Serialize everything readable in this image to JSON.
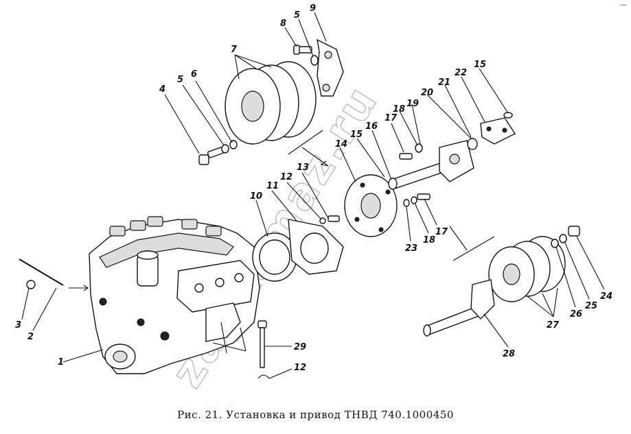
{
  "caption": "Рис. 21. Установка и привод ТНВД 740.1000450",
  "watermark": "zapkamaz.ru",
  "corner_mark": "—",
  "labels": [
    "1",
    "2",
    "3",
    "4",
    "5",
    "6",
    "7",
    "8",
    "5",
    "9",
    "10",
    "11",
    "12",
    "13",
    "14",
    "15",
    "16",
    "17",
    "18",
    "19",
    "20",
    "21",
    "22",
    "15",
    "17",
    "18",
    "23",
    "24",
    "25",
    "26",
    "27",
    "28",
    "29",
    "12"
  ]
}
